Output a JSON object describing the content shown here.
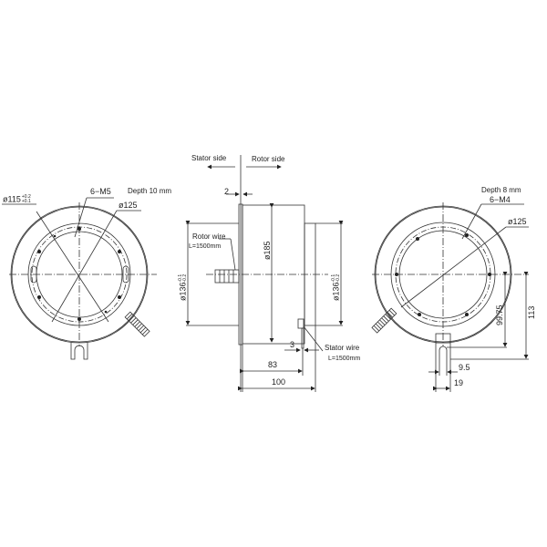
{
  "left_view": {
    "bore_dia": "ø115",
    "bore_tol_upper": "+0.2",
    "bore_tol_lower": "+0.1",
    "holes": "6−M5",
    "holes_depth": "Depth 10 mm",
    "pcd": "ø125"
  },
  "side_view": {
    "stator_side": "Stator side",
    "rotor_side": "Rotor side",
    "flange_thickness": "2",
    "rotor_wire": "Rotor wire",
    "rotor_wire_length": "L=1500mm",
    "left_dia": "ø136",
    "left_dia_tol_upper": "-0.1",
    "left_dia_tol_lower": "-0.2",
    "body_dia": "ø185",
    "right_dia": "ø136",
    "right_dia_tol_upper": "-0.1",
    "right_dia_tol_lower": "-0.2",
    "stator_wire": "Stator wire",
    "stator_wire_length": "L=1500mm",
    "dim_3": "3",
    "dim_83": "83",
    "dim_100": "100"
  },
  "right_view": {
    "holes_depth": "Depth 8 mm",
    "holes": "6−M4",
    "pcd": "ø125",
    "dim_99_75": "99.75",
    "dim_113": "113",
    "dim_9_5": "9.5",
    "dim_19": "19"
  }
}
